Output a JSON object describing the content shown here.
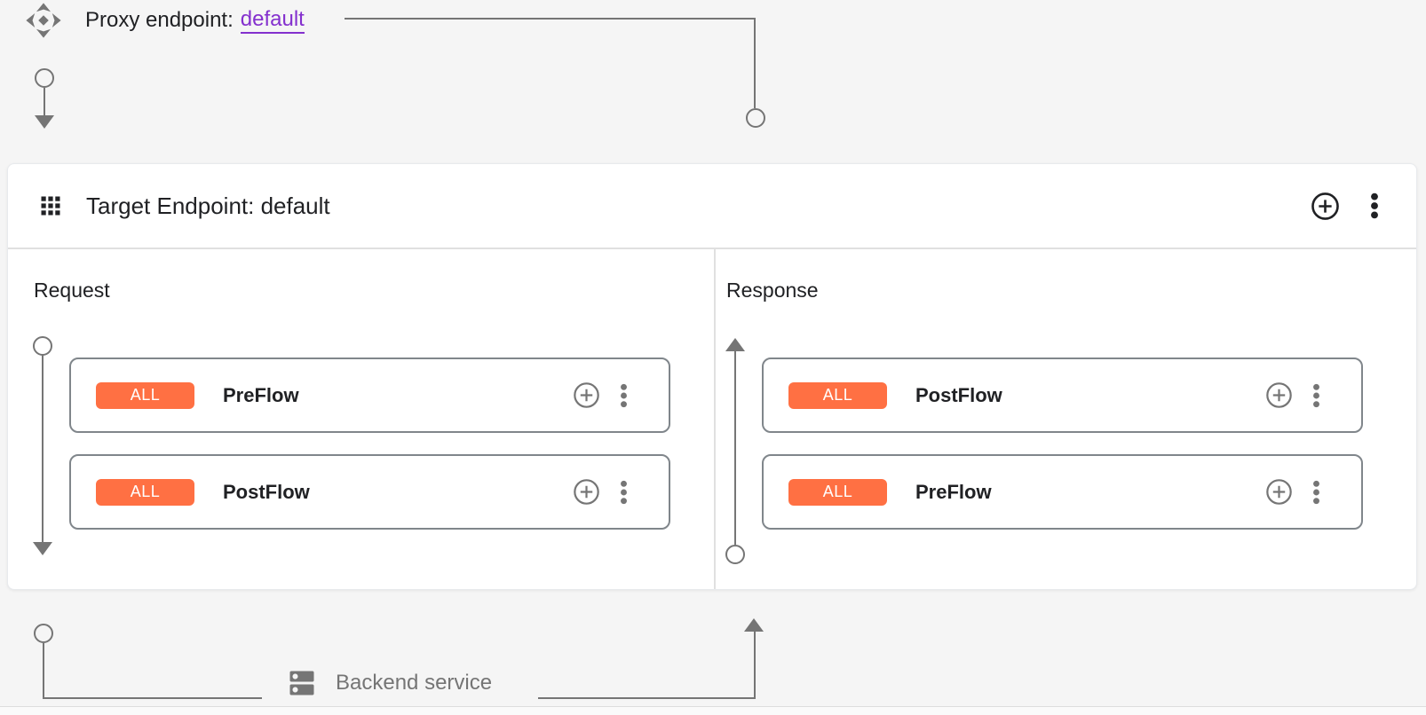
{
  "proxy_endpoint": {
    "label": "Proxy endpoint:",
    "link": "default"
  },
  "target_endpoint": {
    "title": "Target Endpoint: default",
    "request": {
      "title": "Request",
      "flows": [
        {
          "badge": "ALL",
          "name": "PreFlow"
        },
        {
          "badge": "ALL",
          "name": "PostFlow"
        }
      ]
    },
    "response": {
      "title": "Response",
      "flows": [
        {
          "badge": "ALL",
          "name": "PostFlow"
        },
        {
          "badge": "ALL",
          "name": "PreFlow"
        }
      ]
    }
  },
  "backend_service": {
    "label": "Backend service"
  },
  "icons": {
    "proxy_endpoint": "move-arrows-icon",
    "target_endpoint": "apps-grid-icon",
    "add": "circled-plus-icon",
    "menu": "kebab-menu-icon",
    "backend_service": "dns-server-icon"
  },
  "colors": {
    "flow_badge": "#FF7043",
    "proxy_link": "#8430CE",
    "connector": "#757575",
    "canvas_bg": "#F5F5F5"
  }
}
